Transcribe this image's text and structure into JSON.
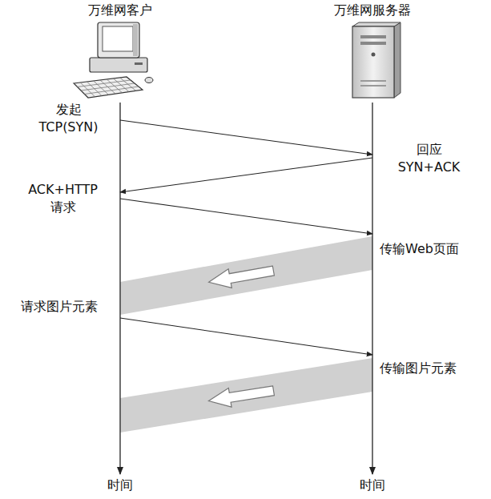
{
  "diagram": {
    "nodes": [
      {
        "text": [
          "万维网客户"
        ]
      },
      {
        "text": [
          "万维网服务器"
        ]
      }
    ],
    "labels": [
      "发起 TCP(SYN)",
      "回应 SYN+ACK",
      "ACK+HTTP 请求",
      "传输Web页面",
      "请求图片元素",
      "传输图片元素",
      "时间",
      "时间"
    ]
  }
}
